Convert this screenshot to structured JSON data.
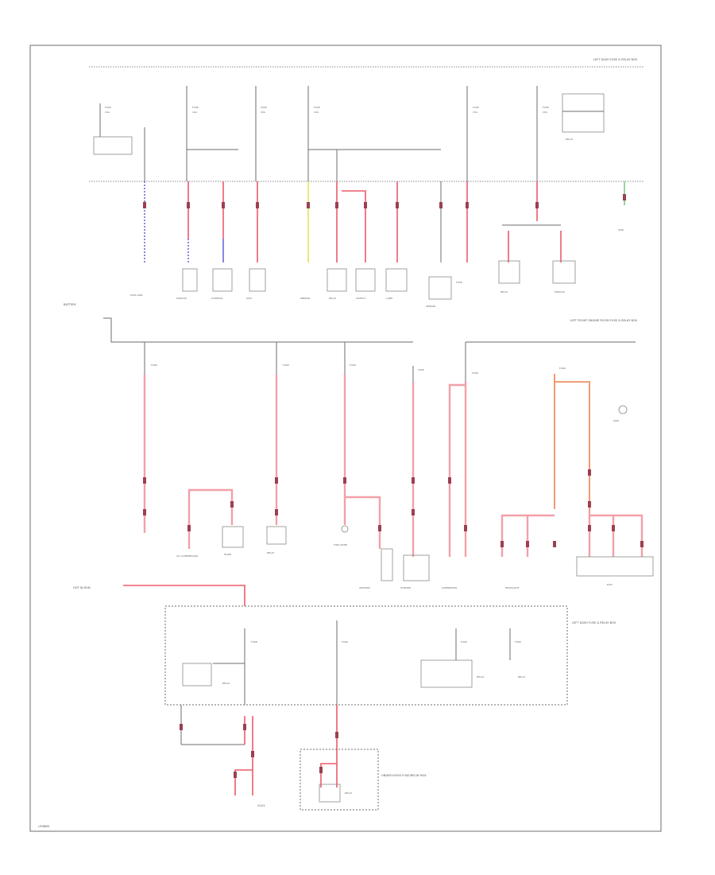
{
  "page": {
    "footer_code": "UF0886"
  },
  "labels": {
    "top_right": "LEFT DASH FUSE & RELAY BOX",
    "mid_right": "LEFT FRONT ENGINE ROOM FUSE & RELAY BOX",
    "left_mid": "BATTERY",
    "left_lower": "HOT IN RUN",
    "bottom_right": "LEFT DASH FUSE & RELAY BOX",
    "under_hood": "UNDER-HOOD FUSE/RELAY BOX",
    "ground": "G101"
  }
}
